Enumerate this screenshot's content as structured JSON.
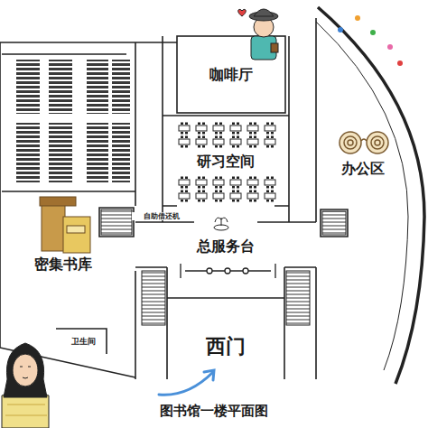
{
  "diagram": {
    "caption": "图书馆一楼平面图",
    "nodes": [
      {
        "text": [
          "咖啡厅"
        ]
      },
      {
        "text": [
          "研习空间"
        ]
      },
      {
        "text": [
          "办公区"
        ]
      },
      {
        "text": [
          "密集书库"
        ]
      },
      {
        "text": [
          "总服务台"
        ]
      },
      {
        "text": [
          "西门"
        ]
      },
      {
        "text": [
          "卫生间"
        ]
      }
    ],
    "labels": [
      "自助借还机"
    ]
  }
}
